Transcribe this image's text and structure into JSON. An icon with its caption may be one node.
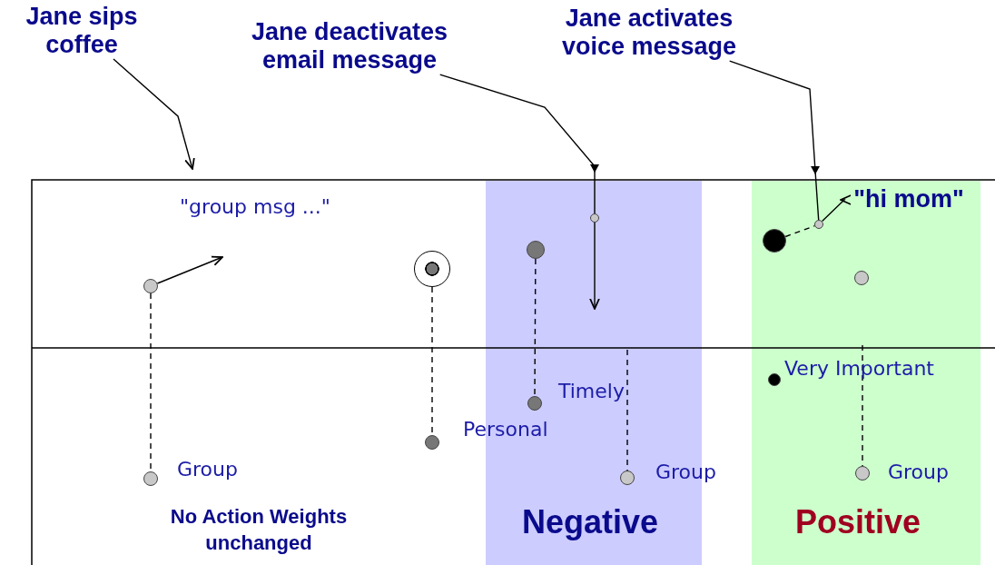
{
  "diagram": {
    "nodes": [
      {
        "text": [
          "Jane sips coffee"
        ]
      },
      {
        "text": [
          "Jane deactivates email message"
        ]
      },
      {
        "text": [
          "Jane activates voice message"
        ]
      },
      {
        "text": [
          "Negative"
        ]
      },
      {
        "text": [
          "Positive"
        ]
      },
      {
        "text": [],
        "shape": "circle"
      },
      {
        "text": [],
        "shape": "circle",
        "beside": [
          "Group"
        ]
      },
      {
        "text": [],
        "shape": "circle"
      },
      {
        "text": [],
        "shape": "circle"
      },
      {
        "text": [],
        "shape": "circle",
        "in": 3
      },
      {
        "text": [],
        "shape": "circle",
        "in": 3
      },
      {
        "text": [],
        "shape": "circle",
        "in": 3,
        "beside": [
          "Timely"
        ]
      },
      {
        "text": [],
        "shape": "circle",
        "in": 3,
        "beside": [
          "Group"
        ]
      },
      {
        "text": [],
        "shape": "circle",
        "in": 4
      },
      {
        "text": [],
        "shape": "circle",
        "in": 4
      },
      {
        "text": [],
        "shape": "circle",
        "in": 4
      },
      {
        "text": [],
        "shape": "circle",
        "in": 4,
        "beside": [
          "Very Important"
        ]
      },
      {
        "text": [],
        "shape": "circle",
        "in": 4,
        "beside": [
          "Group"
        ]
      },
      {
        "text": [
          "\"hi mom\""
        ],
        "in": 4
      }
    ],
    "edges": [
      {
        "from": 0,
        "to": null,
        "arrow": "to"
      },
      {
        "from": 1,
        "to": 10,
        "arrow": "to"
      },
      {
        "from": 10,
        "to": null,
        "arrow": "to"
      },
      {
        "from": 2,
        "to": 14,
        "arrow": "to"
      },
      {
        "from": 5,
        "to": null,
        "arrow": "to"
      },
      {
        "from": 5,
        "to": 6,
        "arrow": "none",
        "style": "dashed"
      },
      {
        "from": 7,
        "to": 8,
        "arrow": "none",
        "style": "dashed"
      },
      {
        "from": 9,
        "to": 11,
        "arrow": "none",
        "style": "dashed"
      },
      {
        "from": null,
        "to": 12,
        "arrow": "none",
        "style": "dashed"
      },
      {
        "from": 13,
        "to": 14,
        "arrow": "none",
        "style": "dashed"
      },
      {
        "from": 14,
        "to": 18,
        "arrow": "to"
      },
      {
        "from": null,
        "to": 17,
        "arrow": "none",
        "style": "dashed"
      }
    ],
    "labels": [
      "\"group msg ...\"",
      "Personal",
      "No Action Weights unchanged"
    ]
  }
}
